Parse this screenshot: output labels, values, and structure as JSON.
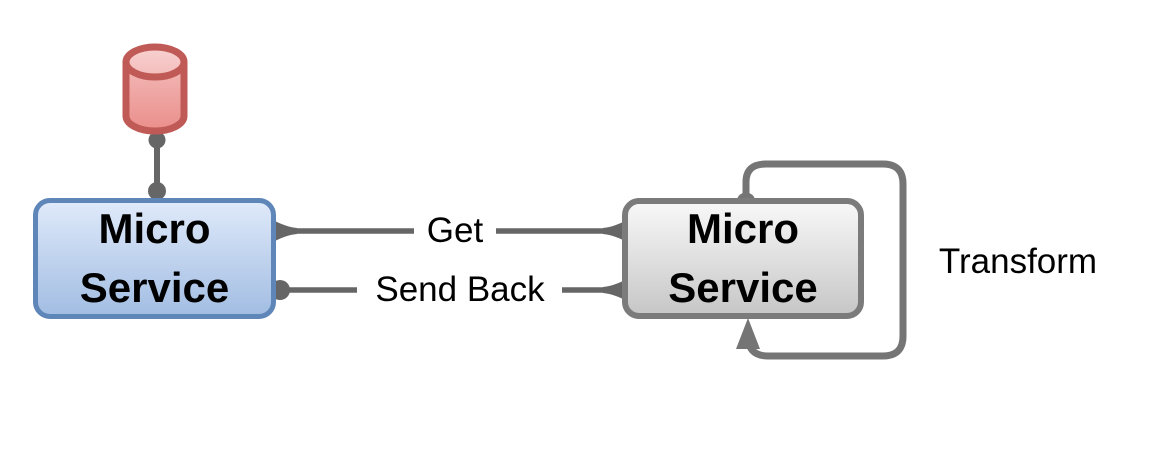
{
  "diagram": {
    "type": "microservices-flow",
    "background": "#ffffff",
    "nodes": {
      "database": {
        "icon": "database-cylinder-icon",
        "stroke_color": "#c05a56",
        "fill_top": "#f6c9c7",
        "fill_body_start": "#f3bab8",
        "fill_body_end": "#ea8e8b"
      },
      "service_left": {
        "line1": "Micro",
        "line2": "Service",
        "border_color": "#5e86b8",
        "fill_start": "#dfeafa",
        "fill_end": "#a3bee3"
      },
      "service_right": {
        "line1": "Micro",
        "line2": "Service",
        "border_color": "#7b7b7b",
        "fill_start": "#f7f7f7",
        "fill_end": "#c7c7c7"
      }
    },
    "edges": {
      "db_link": {
        "label": "",
        "from": "database",
        "to": "service_left",
        "color": "#666666"
      },
      "get": {
        "label": "Get",
        "from": "service_left",
        "to": "service_right",
        "color": "#666666"
      },
      "send_back": {
        "label": "Send Back",
        "from": "service_right",
        "to": "service_left",
        "color": "#666666"
      },
      "transform": {
        "label": "Transform",
        "from": "service_right",
        "to": "service_right",
        "color": "#757575"
      }
    }
  }
}
